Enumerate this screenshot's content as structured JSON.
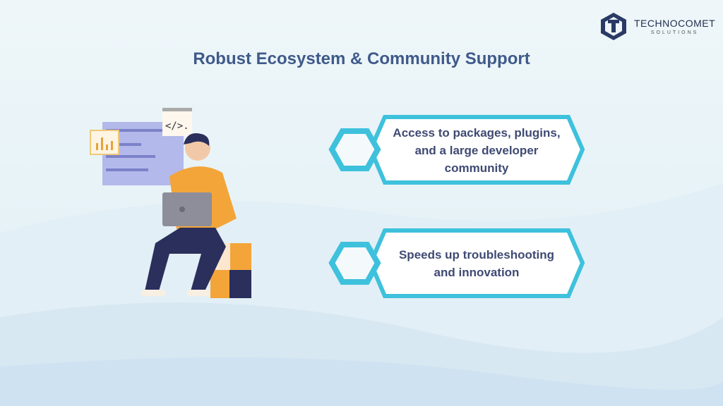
{
  "title": "Robust Ecosystem & Community Support",
  "logo": {
    "name": "TECHNOCOMET",
    "tagline": "SOLUTIONS"
  },
  "cards": [
    {
      "text": "Access to packages, plugins, and a large developer community"
    },
    {
      "text": "Speeds up troubleshooting and innovation"
    }
  ],
  "illustration": {
    "code_tag": "</>."
  },
  "colors": {
    "accent": "#3ec1dc",
    "title": "#3f5a8a",
    "text": "#3f4a72"
  }
}
